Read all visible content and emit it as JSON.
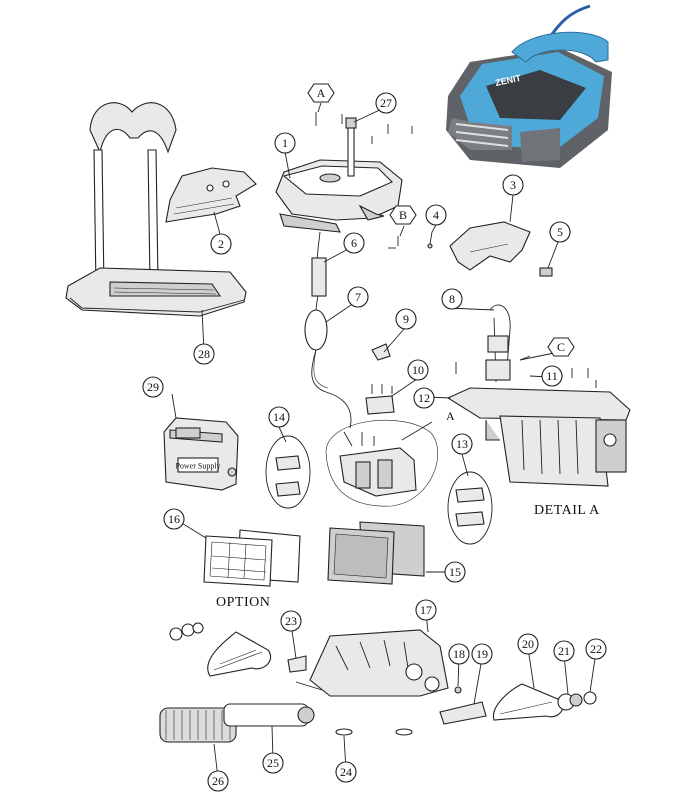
{
  "callouts": {
    "c1": "1",
    "c2": "2",
    "c3": "3",
    "c4": "4",
    "c5": "5",
    "c6": "6",
    "c7": "7",
    "c8": "8",
    "c9": "9",
    "c10": "10",
    "c11": "11",
    "c12": "12",
    "c13": "13",
    "c14": "14",
    "c15": "15",
    "c16": "16",
    "c17": "17",
    "c18": "18",
    "c19": "19",
    "c20": "20",
    "c21": "21",
    "c22": "22",
    "c23": "23",
    "c24": "24",
    "c25": "25",
    "c26": "26",
    "c27": "27",
    "c28": "28",
    "c29": "29"
  },
  "markers": {
    "a": "A",
    "b": "B",
    "c": "C",
    "detail_a": "A"
  },
  "captions": {
    "detail": "DETAIL A",
    "option": "OPTION"
  },
  "device_text": {
    "robot_brand": "ZENIT",
    "power_supply": "Power Supply"
  },
  "colors": {
    "robot_blue": "#4fa9d8",
    "robot_gray": "#5f6266",
    "cable_blue": "#2a5fa8",
    "ink": "#222222"
  }
}
